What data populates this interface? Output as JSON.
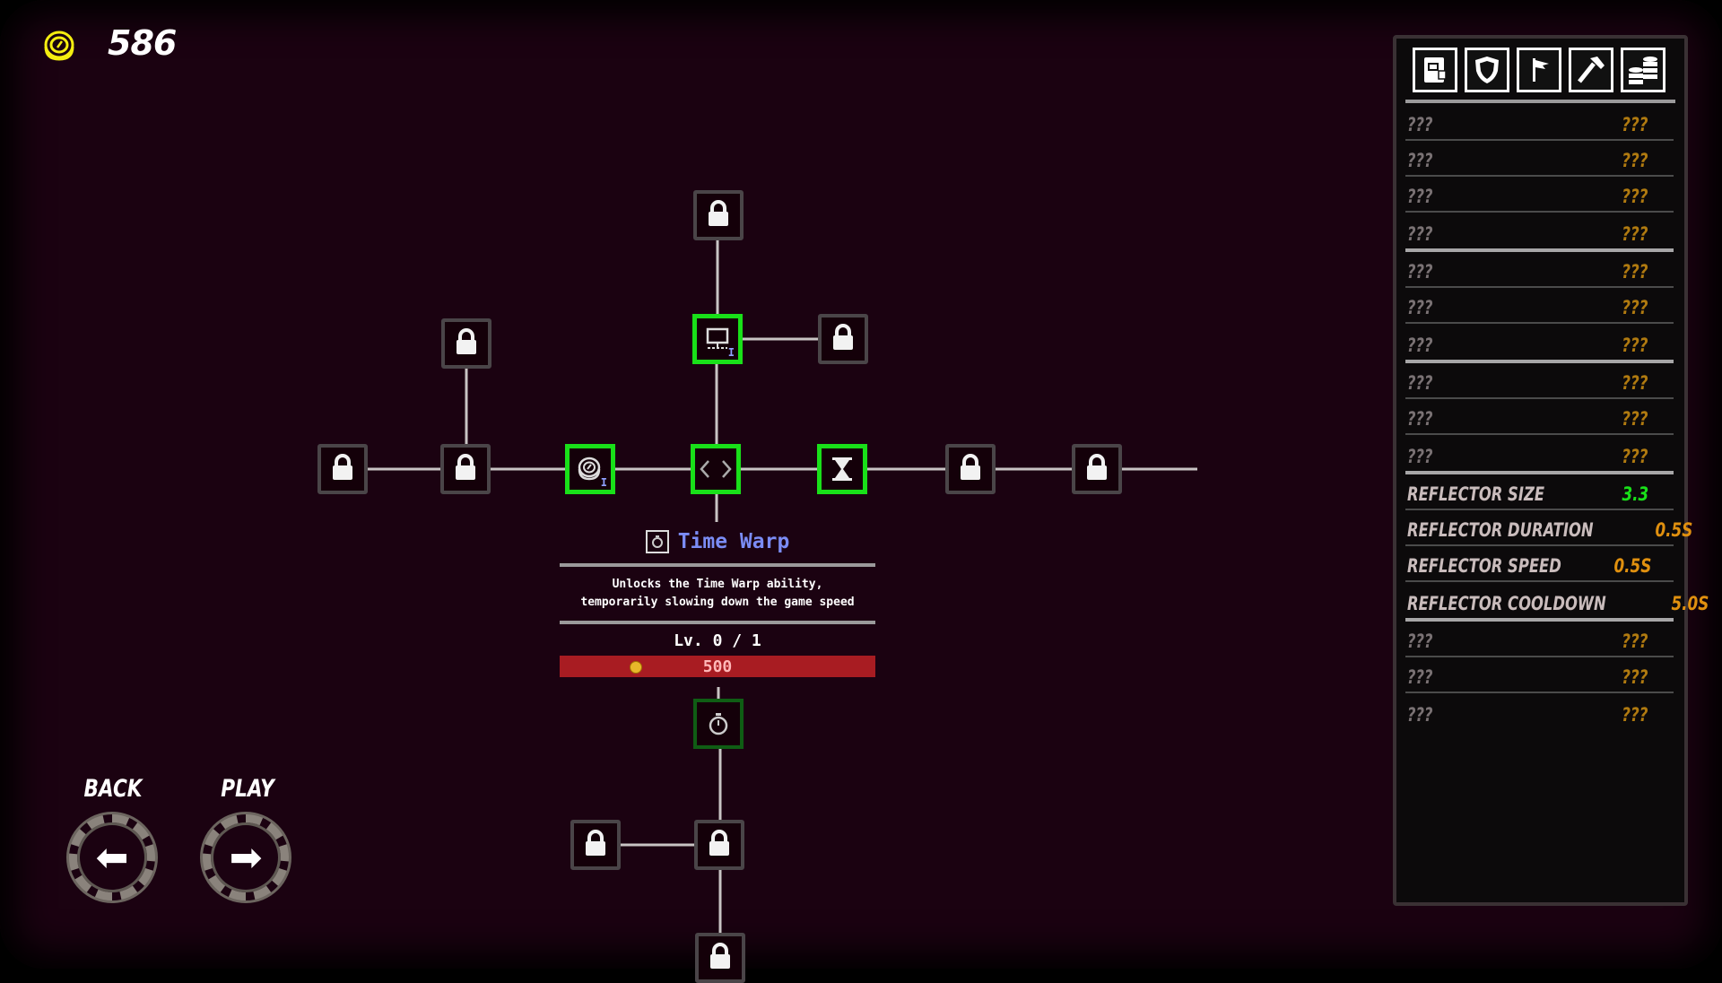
{
  "currency": {
    "icon": "coin-icon",
    "amount": "586",
    "color": "#f4ee10"
  },
  "tree": {
    "nodes": [
      {
        "id": "top-lock",
        "state": "locked",
        "icon": "lock-icon"
      },
      {
        "id": "monitor",
        "state": "unlocked",
        "icon": "monitor-icon",
        "tier": "I"
      },
      {
        "id": "right-lock",
        "state": "locked",
        "icon": "lock-icon"
      },
      {
        "id": "upper-left-lock",
        "state": "locked",
        "icon": "lock-icon"
      },
      {
        "id": "far-left-lock",
        "state": "locked",
        "icon": "lock-icon"
      },
      {
        "id": "left-lock",
        "state": "locked",
        "icon": "lock-icon"
      },
      {
        "id": "coin",
        "state": "unlocked",
        "icon": "coin-icon",
        "tier": "I"
      },
      {
        "id": "center",
        "state": "unlocked",
        "icon": "code-brackets-icon"
      },
      {
        "id": "hourglass",
        "state": "unlocked",
        "icon": "hourglass-icon"
      },
      {
        "id": "right-lock-2",
        "state": "locked",
        "icon": "lock-icon"
      },
      {
        "id": "right-lock-3",
        "state": "locked",
        "icon": "lock-icon"
      },
      {
        "id": "time-warp",
        "state": "available",
        "icon": "stopwatch-icon"
      },
      {
        "id": "bottom-left-lock",
        "state": "locked",
        "icon": "lock-icon"
      },
      {
        "id": "bottom-lock",
        "state": "locked",
        "icon": "lock-icon"
      },
      {
        "id": "bottom-lock-2",
        "state": "locked",
        "icon": "lock-icon"
      }
    ]
  },
  "tooltip": {
    "icon": "stopwatch-icon",
    "title": "Time Warp",
    "description_line1": "Unlocks the Time Warp ability,",
    "description_line2": "temporarily slowing down the game speed",
    "level": "Lv. 0 / 1",
    "cost": "500",
    "title_color": "#7b8cf5",
    "cost_bar_color": "#a81c22"
  },
  "nav": {
    "back_label": "BACK",
    "play_label": "PLAY"
  },
  "panel": {
    "tabs": [
      {
        "icon": "locked-book-icon"
      },
      {
        "icon": "shield-icon"
      },
      {
        "icon": "flag-icon"
      },
      {
        "icon": "hammer-icon"
      },
      {
        "icon": "coin-stacks-icon"
      }
    ],
    "groups": [
      {
        "rows": [
          {
            "label": "???",
            "value": "???",
            "label_color": "#7a7274",
            "value_color": "#b07a10"
          },
          {
            "label": "???",
            "value": "???",
            "label_color": "#7a7274",
            "value_color": "#b07a10"
          },
          {
            "label": "???",
            "value": "???",
            "label_color": "#7a7274",
            "value_color": "#b07a10"
          },
          {
            "label": "???",
            "value": "???",
            "label_color": "#7a7274",
            "value_color": "#b07a10"
          }
        ]
      },
      {
        "rows": [
          {
            "label": "???",
            "value": "???",
            "label_color": "#7a7274",
            "value_color": "#b07a10"
          },
          {
            "label": "???",
            "value": "???",
            "label_color": "#7a7274",
            "value_color": "#b07a10"
          },
          {
            "label": "???",
            "value": "???",
            "label_color": "#7a7274",
            "value_color": "#b07a10"
          }
        ]
      },
      {
        "rows": [
          {
            "label": "???",
            "value": "???",
            "label_color": "#7a7274",
            "value_color": "#b07a10"
          },
          {
            "label": "???",
            "value": "???",
            "label_color": "#7a7274",
            "value_color": "#b07a10"
          },
          {
            "label": "???",
            "value": "???",
            "label_color": "#7a7274",
            "value_color": "#b07a10"
          }
        ]
      },
      {
        "rows": [
          {
            "label": "REFLECTOR SIZE",
            "value": "3.3",
            "label_color": "#c9bcbc",
            "value_color": "#19e019"
          },
          {
            "label": "REFLECTOR DURATION",
            "value": "0.5S",
            "label_color": "#c9bcbc",
            "value_color": "#e0900f"
          },
          {
            "label": "REFLECTOR SPEED",
            "value": "0.5S",
            "label_color": "#c9bcbc",
            "value_color": "#e0900f"
          },
          {
            "label": "REFLECTOR COOLDOWN",
            "value": "5.0S",
            "label_color": "#c9bcbc",
            "value_color": "#e0900f"
          }
        ]
      },
      {
        "rows": [
          {
            "label": "???",
            "value": "???",
            "label_color": "#7a7274",
            "value_color": "#b07a10"
          },
          {
            "label": "???",
            "value": "???",
            "label_color": "#7a7274",
            "value_color": "#b07a10"
          },
          {
            "label": "???",
            "value": "???",
            "label_color": "#7a7274",
            "value_color": "#b07a10"
          }
        ]
      }
    ]
  }
}
